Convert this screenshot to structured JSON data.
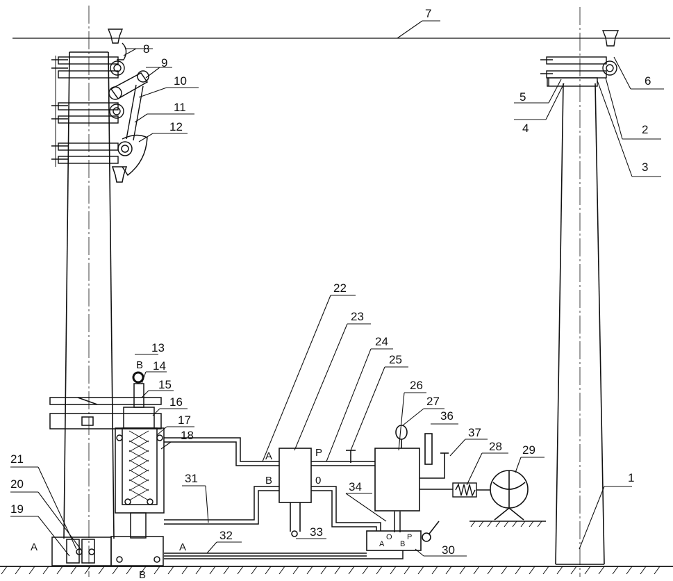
{
  "callouts": [
    {
      "id": "c1",
      "label": "1"
    },
    {
      "id": "c2",
      "label": "2"
    },
    {
      "id": "c3",
      "label": "3"
    },
    {
      "id": "c4",
      "label": "4"
    },
    {
      "id": "c5",
      "label": "5"
    },
    {
      "id": "c6",
      "label": "6"
    },
    {
      "id": "c7",
      "label": "7"
    },
    {
      "id": "c8",
      "label": "8"
    },
    {
      "id": "c9",
      "label": "9"
    },
    {
      "id": "c10",
      "label": "10"
    },
    {
      "id": "c11",
      "label": "11"
    },
    {
      "id": "c12",
      "label": "12"
    },
    {
      "id": "c13",
      "label": "13"
    },
    {
      "id": "c14",
      "label": "14"
    },
    {
      "id": "c15",
      "label": "15"
    },
    {
      "id": "c16",
      "label": "16"
    },
    {
      "id": "c17",
      "label": "17"
    },
    {
      "id": "c18",
      "label": "18"
    },
    {
      "id": "c19",
      "label": "19"
    },
    {
      "id": "c20",
      "label": "20"
    },
    {
      "id": "c21",
      "label": "21"
    },
    {
      "id": "c22",
      "label": "22"
    },
    {
      "id": "c23",
      "label": "23"
    },
    {
      "id": "c24",
      "label": "24"
    },
    {
      "id": "c25",
      "label": "25"
    },
    {
      "id": "c26",
      "label": "26"
    },
    {
      "id": "c27",
      "label": "27"
    },
    {
      "id": "c28",
      "label": "28"
    },
    {
      "id": "c29",
      "label": "29"
    },
    {
      "id": "c30",
      "label": "30"
    },
    {
      "id": "c31",
      "label": "31"
    },
    {
      "id": "c32",
      "label": "32"
    },
    {
      "id": "c33",
      "label": "33"
    },
    {
      "id": "c34",
      "label": "34"
    },
    {
      "id": "c36",
      "label": "36"
    },
    {
      "id": "c37",
      "label": "37"
    }
  ],
  "ports": {
    "valve_a": "A",
    "valve_p": "P",
    "valve_b": "B",
    "valve_o": "0",
    "base_a_left": "A",
    "base_a_right": "A",
    "base_b": "B",
    "top_b": "B",
    "v30_a": "A",
    "v30_o": "O",
    "v30_b": "B",
    "v30_p": "P"
  }
}
